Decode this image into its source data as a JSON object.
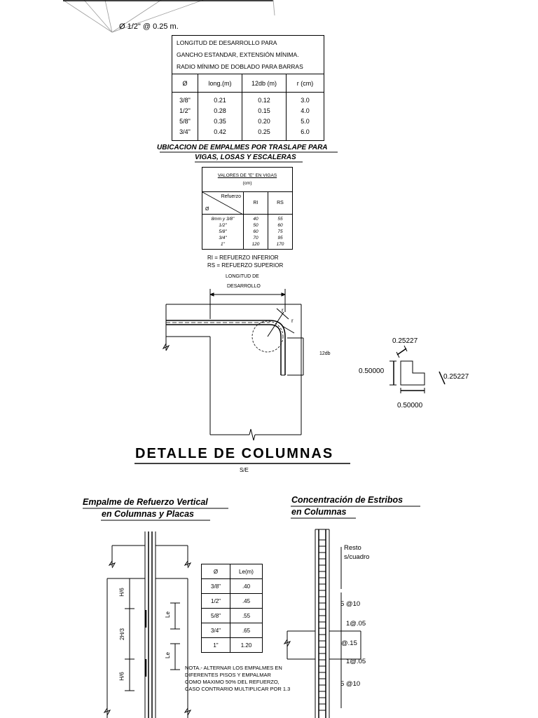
{
  "top_annotation": "Ø 1/2\" @ 0.25 m.",
  "hook_table": {
    "title_lines": [
      "LONGITUD DE DESARROLLO PARA",
      "GANCHO ESTANDAR, EXTENSIÓN MÍNIMA.",
      "RADIO MÍNIMO DE DOBLADO PARA BARRAS"
    ],
    "headers": [
      "Ø",
      "long.(m)",
      "12db (m)",
      "r (cm)"
    ],
    "rows": [
      [
        "3/8\"",
        "0.21",
        "0.12",
        "3.0"
      ],
      [
        "1/2\"",
        "0.28",
        "0.15",
        "4.0"
      ],
      [
        "5/8\"",
        "0.35",
        "0.20",
        "5.0"
      ],
      [
        "3/4\"",
        "0.42",
        "0.25",
        "6.0"
      ]
    ]
  },
  "splice_heading_lines": [
    "UBICACION DE EMPALMES POR TRASLAPE PARA",
    "VIGAS,  LOSAS Y ESCALERAS"
  ],
  "e_table": {
    "title_lines": [
      "VALORES DE \"E\" EN VIGAS",
      "(cm)"
    ],
    "corner_top": "Refuerzo",
    "corner_bottom": "Ø",
    "headers": [
      "RI",
      "RS"
    ],
    "rows": [
      [
        "8mm y 3/8\"",
        "40",
        "55"
      ],
      [
        "1/2\"",
        "50",
        "60"
      ],
      [
        "5/8\"",
        "60",
        "75"
      ],
      [
        "3/4\"",
        "70",
        "95"
      ],
      [
        "1\"",
        "120",
        "170"
      ]
    ],
    "legend": [
      "RI = REFUERZO INFERIOR",
      "RS = REFUERZO SUPERIOR"
    ]
  },
  "hook_detail": {
    "dev_label_lines": [
      "LONGITUD DE",
      "DESARROLLO"
    ],
    "r_label": "r",
    "db_label": "12db"
  },
  "dimension_callout": {
    "top": "0.25227",
    "right": "0.25227",
    "left": "0.50000",
    "bottom": "0.50000"
  },
  "section_title": "DETALLE  DE  COLUMNAS",
  "section_scale": "S/E",
  "vertical_splice": {
    "heading_lines": [
      "Empalme de Refuerzo Vertical",
      "en Columnas y Placas"
    ],
    "h_labels": [
      "H/6",
      "2H/3",
      "H/6"
    ],
    "le_label": "Le",
    "table_headers": [
      "Ø",
      "Le(m)"
    ],
    "table_rows": [
      [
        "3/8\"",
        ".40"
      ],
      [
        "1/2\"",
        ".45"
      ],
      [
        "5/8\"",
        ".55"
      ],
      [
        "3/4\"",
        ".65"
      ],
      [
        "1\"",
        "1.20"
      ]
    ],
    "note_lines": [
      "NOTA.- ALTERNAR LOS EMPALMES EN",
      "DIFERENTES PISOS Y EMPALMAR",
      "COMO MAXIMO 50% DEL REFUERZO,",
      "CASO CONTRARIO MULTIPLICAR POR 1.3"
    ]
  },
  "stirrups": {
    "heading_lines": [
      "Concentración de Estribos",
      "en Columnas"
    ],
    "resto_lines": [
      "Resto",
      "s/cuadro"
    ],
    "labels": [
      "5 @10",
      "1@.05",
      "@.15",
      "1@.05",
      "5 @10"
    ]
  }
}
